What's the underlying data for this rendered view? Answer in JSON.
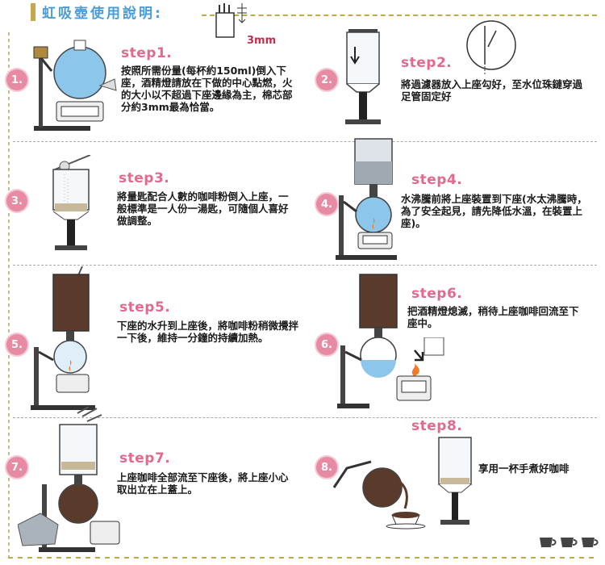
{
  "header": {
    "title": "虹吸壺使用說明:"
  },
  "measure_label": "3mm",
  "steps": [
    {
      "num": "1.",
      "label": "step1.",
      "desc": "按照所需份量(每杯約150ml)倒入下座，酒精燈請放在下做的中心點燃，火的大小以不超過下座邊緣為主，棉芯部分約3mm最為恰當。"
    },
    {
      "num": "2.",
      "label": "step2.",
      "desc": "將過濾器放入上座勾好，至水位珠鏈穿過足管固定好"
    },
    {
      "num": "3.",
      "label": "step3.",
      "desc": "將量匙配合人數的咖啡粉倒入上座，一般標準是一人份一湯匙，可隨個人喜好做調整。"
    },
    {
      "num": "4.",
      "label": "step4.",
      "desc": "水沸騰前將上座裝置到下座(水太沸騰時，為了安全起見，請先降低水溫，在裝置上座)。"
    },
    {
      "num": "5.",
      "label": "step5.",
      "desc": "下座的水升到上座後，將咖啡粉稍微攪拌一下後，維持一分鐘的持續加熱。"
    },
    {
      "num": "6.",
      "label": "step6.",
      "desc": "把酒精燈熄滅，稍待上座咖啡回流至下座中。"
    },
    {
      "num": "7.",
      "label": "step7.",
      "desc": "上座咖啡全部流至下座後，將上座小心取出立在上蓋上。"
    },
    {
      "num": "8.",
      "label": "step8.",
      "desc": "享用一杯手煮好咖啡"
    }
  ],
  "colors": {
    "accent_pink": "#e26a8c",
    "title_blue": "#4a9bd6",
    "gold": "#c6a84a",
    "coffee": "#5a3a2a",
    "water": "#8cc6ea"
  }
}
